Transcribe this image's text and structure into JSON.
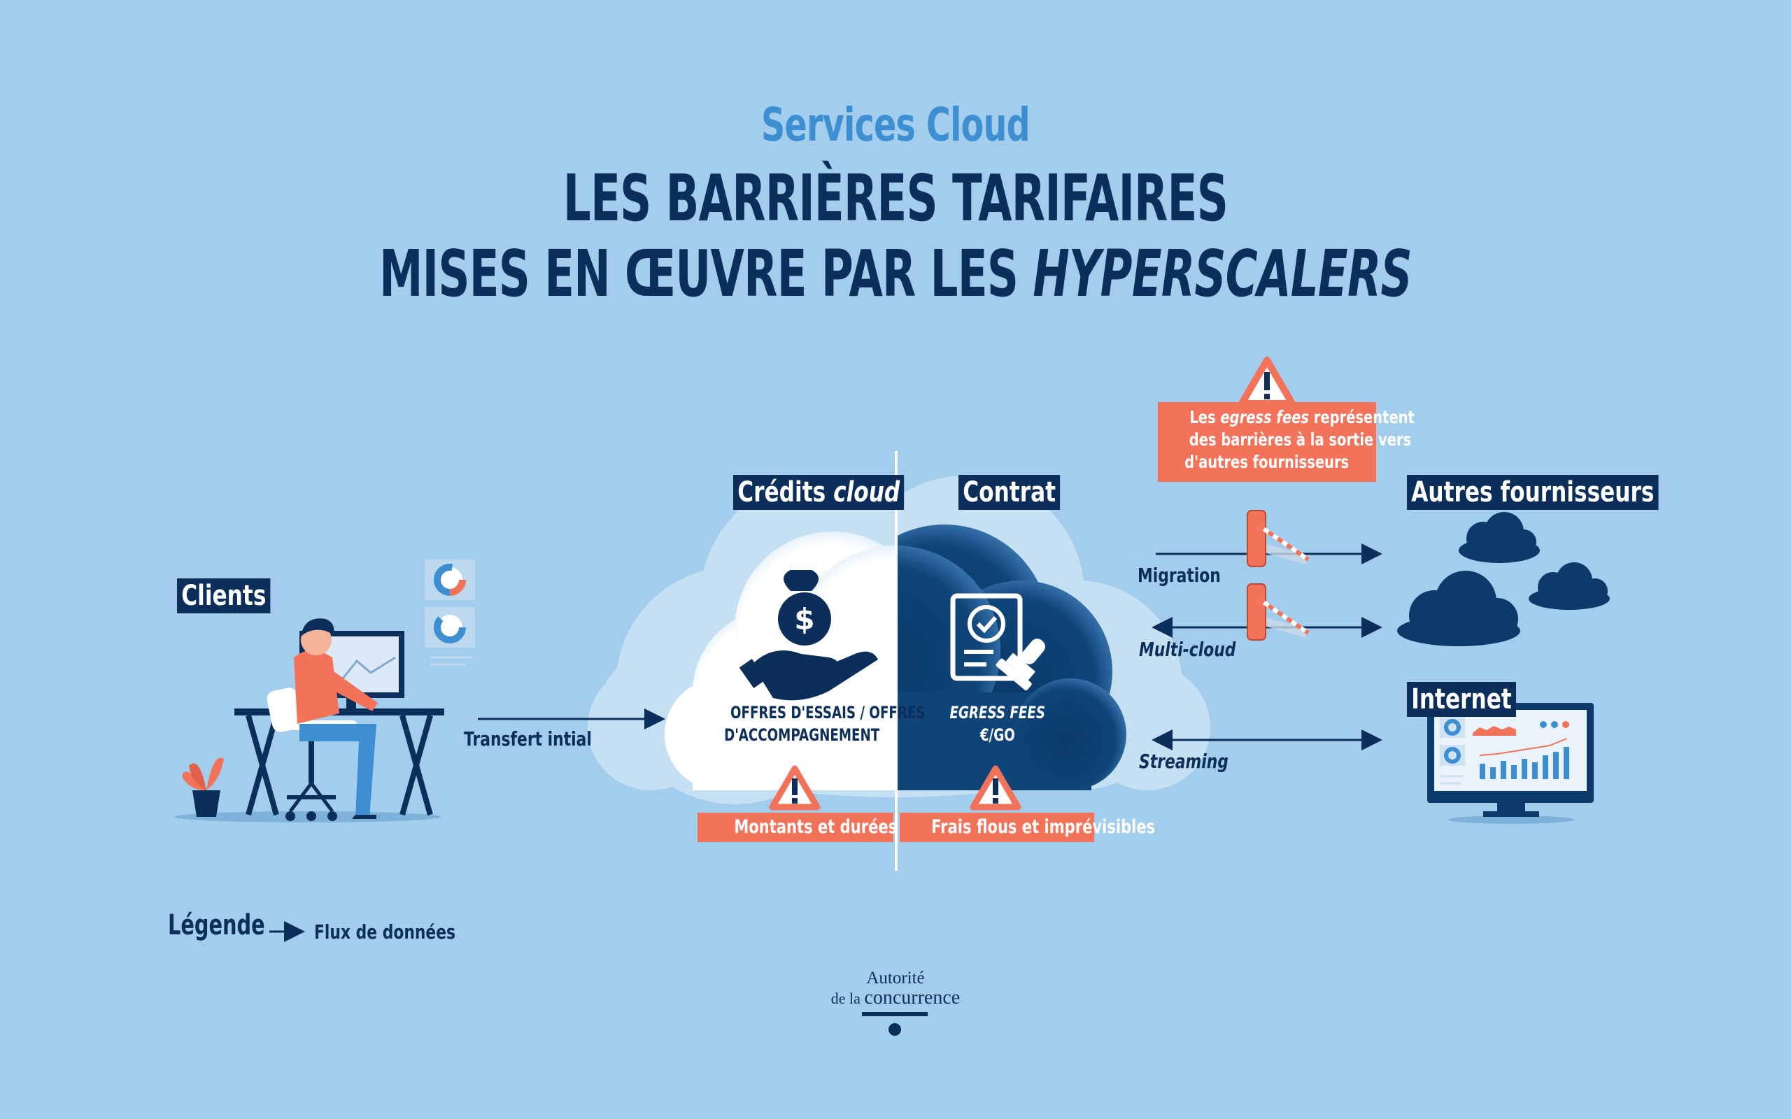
{
  "header": {
    "subtitle": "Services Cloud",
    "title_line1": "LES BARRIÈRES TARIFAIRES",
    "title_line2_prefix": "MISES EN ŒUVRE PAR LES ",
    "title_line2_emph": "HYPERSCALERS"
  },
  "nodes": {
    "clients": "Clients",
    "credits_prefix": "Crédits ",
    "credits_emph": "cloud",
    "contrat": "Contrat",
    "autres": "Autres fournisseurs",
    "internet": "Internet"
  },
  "flows": {
    "transfert": "Transfert intial",
    "migration": "Migration",
    "multicloud": "Multi-cloud",
    "streaming": "Streaming"
  },
  "cloud_left": {
    "line1": "OFFRES D'ESSAIS / OFFRES",
    "line2": "D'ACCOMPAGNEMENT"
  },
  "cloud_right": {
    "line1": "EGRESS FEES",
    "line2": "€/GO"
  },
  "warnings": {
    "left": "Montants et durées importants",
    "right": "Frais flous et imprévisibles",
    "egress_l1_prefix": "Les ",
    "egress_l1_emph": "egress fees",
    "egress_l1_suffix": " représentent",
    "egress_l2": "des barrières à la sortie vers",
    "egress_l3": "d'autres fournisseurs"
  },
  "legend": {
    "title": "Légende",
    "item": "Flux de données"
  },
  "logo": {
    "line1": "Autorité",
    "line2_prefix": "de la ",
    "line2_main": "concurrence"
  },
  "colors": {
    "background": "#a3cdec",
    "navy": "#0b2f5a",
    "accent_blue": "#3d8fd2",
    "warning": "#f2735a"
  }
}
